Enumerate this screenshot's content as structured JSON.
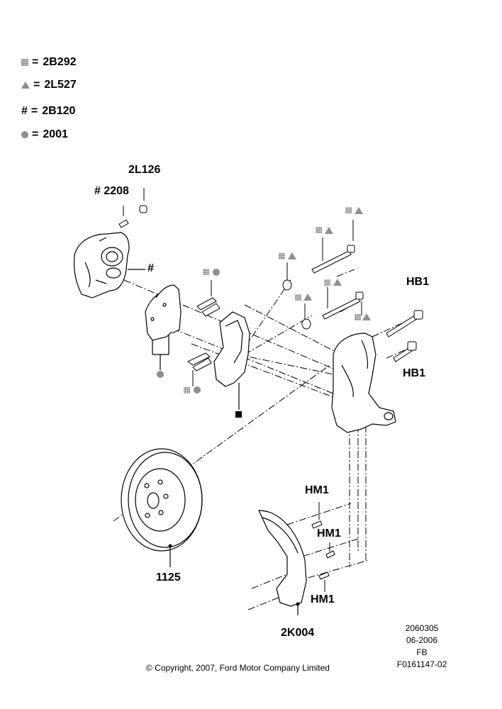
{
  "legend": [
    {
      "symbol": "square-icon",
      "code": "2B292"
    },
    {
      "symbol": "triangle-icon",
      "code": "2L527"
    },
    {
      "symbol": "#",
      "code": "2B120"
    },
    {
      "symbol": "dot-icon",
      "code": "2001"
    }
  ],
  "legend_eq": "=",
  "labels": {
    "l2l126": "2L126",
    "l2208": "# 2208",
    "hash": "#",
    "hb1_top": "HB1",
    "hb1_bottom": "HB1",
    "hm1_a": "HM1",
    "hm1_b": "HM1",
    "hm1_c": "HM1",
    "l1125": "1125",
    "l2k004": "2K004"
  },
  "footer": {
    "code1": "2060305",
    "date": "06-2006",
    "fb": "FB",
    "code2": "F0161147-02",
    "copyright": "© Copyright, 2007, Ford Motor Company Limited"
  },
  "colors": {
    "symbol_gray": "#8f8f8f",
    "line": "#000000"
  }
}
